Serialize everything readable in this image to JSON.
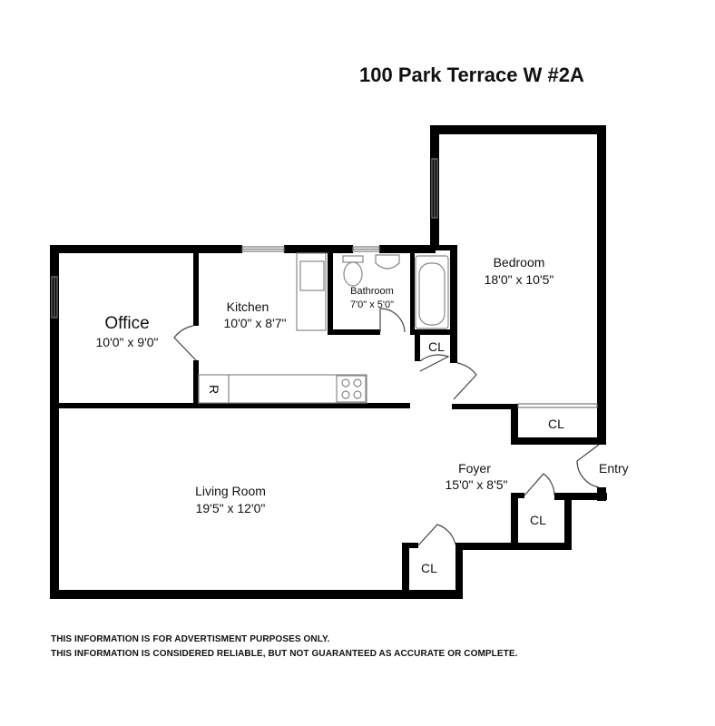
{
  "title": "100 Park Terrace W #2A",
  "rooms": {
    "office": {
      "name": "Office",
      "dims": "10'0\" x 9'0\""
    },
    "kitchen": {
      "name": "Kitchen",
      "dims": "10'0\" x 8'7\""
    },
    "bathroom": {
      "name": "Bathroom",
      "dims": "7'0\" x 5'0\""
    },
    "bedroom": {
      "name": "Bedroom",
      "dims": "18'0\" x 10'5\""
    },
    "living": {
      "name": "Living Room",
      "dims": "19'5\" x 12'0\""
    },
    "foyer": {
      "name": "Foyer",
      "dims": "15'0\" x 8'5\""
    }
  },
  "labels": {
    "closet": "CL",
    "refrigerator": "R",
    "entry": "Entry"
  },
  "disclaimer": {
    "line1": "THIS INFORMATION IS FOR ADVERTISMENT PURPOSES ONLY.",
    "line2": "THIS INFORMATION IS CONSIDERED RELIABLE, BUT NOT GUARANTEED AS ACCURATE OR COMPLETE."
  }
}
